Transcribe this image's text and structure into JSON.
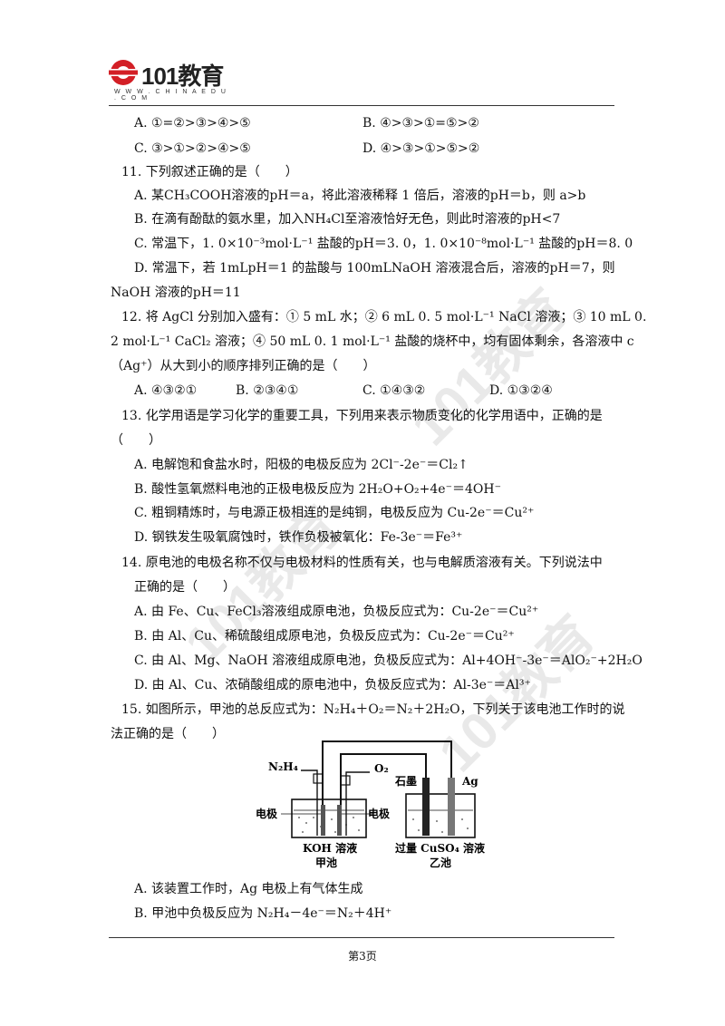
{
  "header": {
    "logo_text": "101教育",
    "logo_url": "W W W . C H I N A E D U . C O M"
  },
  "q10_options": {
    "a": "A. ①=②>③>④>⑤",
    "b": "B. ④>③>①=⑤>②",
    "c": "C. ③>①>②>④>⑤",
    "d": "D. ④>③>①>⑤>②"
  },
  "q11": {
    "stem": "11. 下列叙述正确的是（　　）",
    "a": "A. 某CH₃COOH溶液的pH＝a，将此溶液稀释 1 倍后，溶液的pH＝b，则 a>b",
    "b": "B. 在滴有酚酞的氨水里，加入NH₄Cl至溶液恰好无色，则此时溶液的pH<7",
    "c": "C. 常温下，1. 0×10⁻³mol·L⁻¹ 盐酸的pH＝3. 0，1. 0×10⁻⁸mol·L⁻¹ 盐酸的pH＝8. 0",
    "d1": "D. 常温下，若 1mLpH＝1 的盐酸与 100mLNaOH 溶液混合后，溶液的pH＝7，则",
    "d2": "NaOH 溶液的pH＝11"
  },
  "q12": {
    "line1": "12. 将 AgCl 分别加入盛有：① 5 mL 水；② 6 mL 0. 5 mol·L⁻¹  NaCl 溶液；③ 10 mL 0.",
    "line2": "2 mol·L⁻¹  CaCl₂ 溶液；④ 50 mL 0. 1 mol·L⁻¹ 盐酸的烧杯中，均有固体剩余，各溶液中 c",
    "line3": "（Ag⁺）从大到小的顺序排列正确的是（　　）",
    "a": "A. ④③②①",
    "b": "B. ②③④①",
    "c": "C. ①④③②",
    "d": "D. ①③②④"
  },
  "q13": {
    "line1": "13. 化学用语是学习化学的重要工具，下列用来表示物质变化的化学用语中，正确的是",
    "line2": "（　　）",
    "a": "A. 电解饱和食盐水时，阳极的电极反应为 2Cl⁻-2e⁻＝Cl₂↑",
    "b": "B. 酸性氢氧燃料电池的正极电极反应为 2H₂O+O₂+4e⁻＝4OH⁻",
    "c": "C. 粗铜精炼时，与电源正极相连的是纯铜，电极反应为 Cu-2e⁻＝Cu²⁺",
    "d": "D. 钢铁发生吸氧腐蚀时，铁作负极被氧化：Fe-3e⁻＝Fe³⁺"
  },
  "q14": {
    "line1": "14. 原电池的电极名称不仅与电极材料的性质有关，也与电解质溶液有关。下列说法中",
    "line2": "正确的是（　　）",
    "a": "A. 由 Fe、Cu、FeCl₃溶液组成原电池，负极反应式为：Cu-2e⁻＝Cu²⁺",
    "b": "B. 由 Al、Cu、稀硫酸组成原电池，负极反应式为：Cu-2e⁻＝Cu²⁺",
    "c": "C. 由 Al、Mg、NaOH 溶液组成原电池，负极反应式为：Al+4OH⁻-3e⁻＝AlO₂⁻+2H₂O",
    "d": "D. 由 Al、Cu、浓硝酸组成的原电池中，负极反应式为：Al-3e⁻＝Al³⁺"
  },
  "q15": {
    "line1": "15. 如图所示，甲池的总反应式为：N₂H₄＋O₂＝N₂＋2H₂O，下列关于该电池工作时的说",
    "line2": "法正确的是（　　）",
    "a": "A. 该装置工作时，Ag 电极上有气体生成",
    "b": "B. 甲池中负极反应为 N₂H₄－4e⁻＝N₂＋4H⁺"
  },
  "diagram": {
    "n2h4": "N₂H₄",
    "o2": "O₂",
    "graphite": "石墨",
    "ag": "Ag",
    "electrode_left": "电极",
    "electrode_right": "电极",
    "koh": "KOH 溶液",
    "jia": "甲池",
    "cuso4": "过量 CuSO₄ 溶液",
    "yi": "乙池"
  },
  "footer": {
    "page": "第3页"
  }
}
